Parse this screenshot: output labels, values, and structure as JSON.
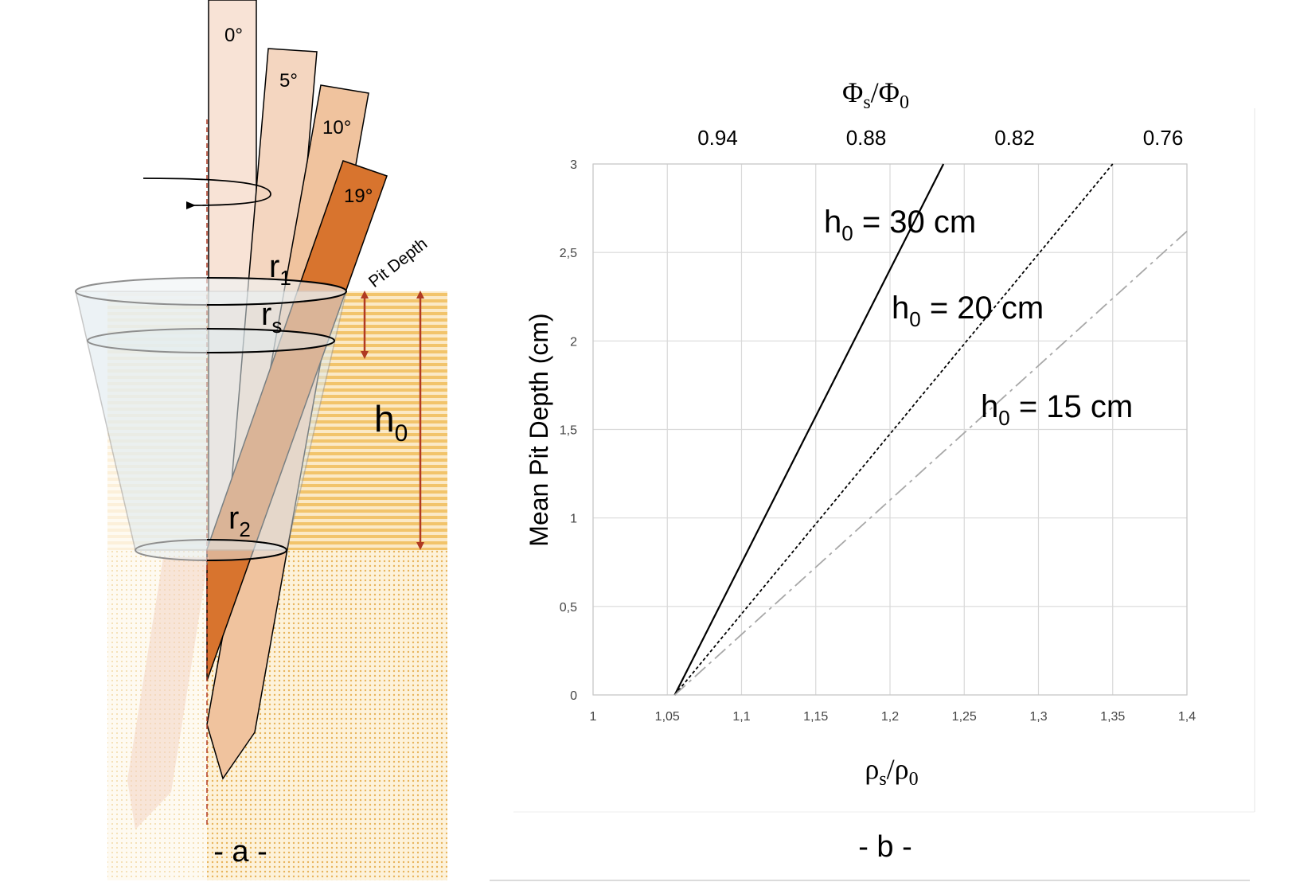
{
  "panel_a": {
    "caption": "- a -",
    "angles": [
      "0°",
      "5°",
      "10°",
      "19°"
    ],
    "labels": {
      "r1": "r",
      "r1_sub": "1",
      "rs": "r",
      "rs_sub": "s",
      "r2": "r",
      "r2_sub": "2",
      "h0": "h",
      "h0_sub": "0",
      "pit_depth": "Pit Depth"
    },
    "colors": {
      "stake_0": "#f8e3d6",
      "stake_5": "#f4d6c0",
      "stake_10": "#f0c39e",
      "stake_19": "#d8742e",
      "soil_stripes": "#f2c46b",
      "arrow": "#b03a22"
    }
  },
  "panel_b": {
    "caption": "- b -",
    "chart_data": {
      "type": "line",
      "xlabel": "ρs/ρ0",
      "xlabel_main": "ρ",
      "xlabel_sub1": "s",
      "xlabel_mid": "/ρ",
      "xlabel_sub2": "0",
      "ylabel": "Mean Pit Depth (cm)",
      "top_axis_label": "Φs/Φ0",
      "top_main": "Φ",
      "top_sub1": "s",
      "top_mid": "/Φ",
      "top_sub2": "0",
      "xlim": [
        1,
        1.4
      ],
      "ylim": [
        0,
        3
      ],
      "x_ticks": [
        1,
        1.05,
        1.1,
        1.15,
        1.2,
        1.25,
        1.3,
        1.35,
        1.4
      ],
      "x_tick_labels": [
        "1",
        "1,05",
        "1,1",
        "1,15",
        "1,2",
        "1,25",
        "1,3",
        "1,35",
        "1,4"
      ],
      "y_ticks": [
        0,
        0.5,
        1,
        1.5,
        2,
        2.5,
        3
      ],
      "y_tick_labels": [
        "0",
        "0,5",
        "1",
        "1,5",
        "2",
        "2,5",
        "3"
      ],
      "top_ticks": [
        1.1,
        1.2,
        1.3,
        1.4
      ],
      "top_tick_labels": [
        "0.94",
        "0.88",
        "0.82",
        "0.76"
      ],
      "grid": true,
      "series": [
        {
          "name": "h0 = 30 cm",
          "label_main": "h",
          "label_sub": "0",
          "label_rest": " = 30 cm",
          "style": "solid",
          "color": "#000000",
          "x": [
            1.055,
            1.236
          ],
          "y": [
            0,
            3
          ]
        },
        {
          "name": "h0 = 20 cm",
          "label_main": "h",
          "label_sub": "0",
          "label_rest": " = 20 cm",
          "style": "dotted",
          "color": "#000000",
          "x": [
            1.055,
            1.35
          ],
          "y": [
            0,
            3
          ]
        },
        {
          "name": "h0 = 15 cm",
          "label_main": "h",
          "label_sub": "0",
          "label_rest": " = 15 cm",
          "style": "dashdot",
          "color": "#a8a8a8",
          "x": [
            1.055,
            1.4
          ],
          "y": [
            0,
            2.62
          ]
        }
      ]
    }
  }
}
